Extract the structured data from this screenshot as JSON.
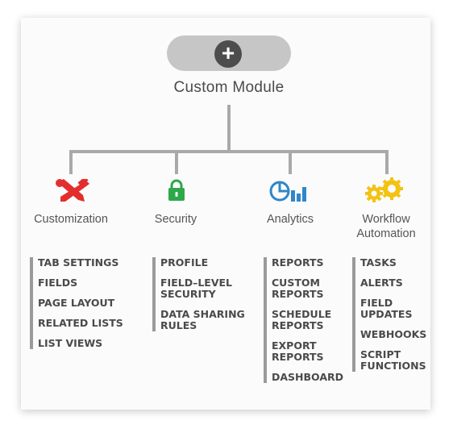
{
  "module": {
    "title": "Custom Module",
    "add_symbol": "+"
  },
  "colors": {
    "connector": "#a9a9a9",
    "customization": "#e32e2e",
    "security": "#2ea84a",
    "analytics": "#2f86c9",
    "workflow": "#f2c313"
  },
  "categories": [
    {
      "label": "Customization",
      "icon": "tools-icon",
      "items": [
        "TAB SETTINGS",
        "FIELDS",
        "PAGE LAYOUT",
        "RELATED LISTS",
        "LIST VIEWS"
      ]
    },
    {
      "label": "Security",
      "icon": "lock-icon",
      "items": [
        "PROFILE",
        "FIELD–LEVEL SECURITY",
        "DATA SHARING RULES"
      ]
    },
    {
      "label": "Analytics",
      "icon": "chart-icon",
      "items": [
        "REPORTS",
        "CUSTOM REPORTS",
        "SCHEDULE REPORTS",
        "EXPORT REPORTS",
        "DASHBOARD"
      ]
    },
    {
      "label": "Workflow Automation",
      "icon": "gears-icon",
      "items": [
        "TASKS",
        "ALERTS",
        "FIELD UPDATES",
        "WEBHOOKS",
        "SCRIPT FUNCTIONS"
      ]
    }
  ]
}
